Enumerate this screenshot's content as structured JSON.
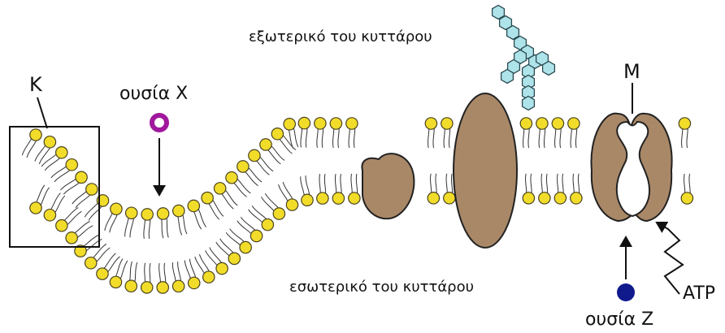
{
  "labels": {
    "outside": "εξωτερικό του κυττάρου",
    "inside": "εσωτερικό του κυττάρου",
    "box_label": "Κ",
    "pump_label": "Μ",
    "substance_x": "ουσία Χ",
    "substance_z": "ουσία Ζ",
    "atp": "ATP"
  },
  "colors": {
    "lipid_head": "#f2dc2a",
    "lipid_head_outline": "#4a4420",
    "protein": "#a98868",
    "glycan": "#aee3ea",
    "substance_x": "#a0189c",
    "substance_z": "#101a8c",
    "line": "#111111"
  }
}
